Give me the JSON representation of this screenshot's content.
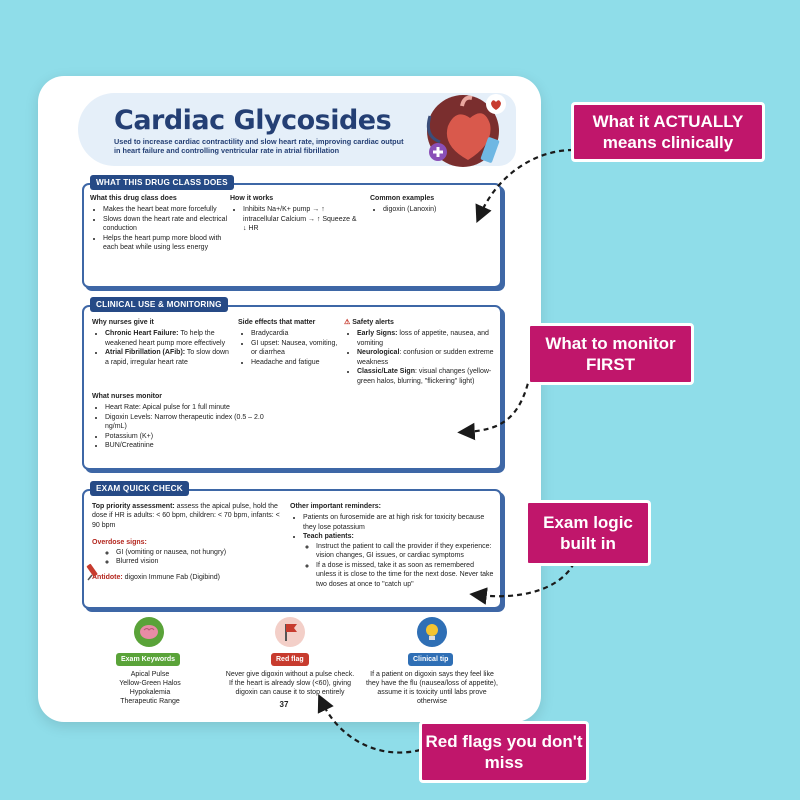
{
  "header": {
    "title": "Cardiac Glycosides",
    "subtitle": "Used to increase cardiac contractility and slow heart rate, improving cardiac output in heart failure and controlling ventricular rate in atrial fibrillation"
  },
  "sections": {
    "what": {
      "heading": "WHAT THIS DRUG CLASS DOES",
      "col1_title": "What this drug class does",
      "col1_items": [
        "Makes the heart beat more forcefully",
        "Slows down the heart rate and electrical conduction",
        "Helps the heart pump more blood with each beat while using less energy"
      ],
      "col2_title": "How it works",
      "col2_item": "Inhibits Na+/K+ pump → ↑ intracellular Calcium → ↑ Squeeze & ↓ HR",
      "col3_title": "Common examples",
      "col3_item": "digoxin (Lanoxin)"
    },
    "clinical": {
      "heading": "CLINICAL USE & MONITORING",
      "why_title": "Why nurses give it",
      "why_1_label": "Chronic Heart Failure:",
      "why_1_text": " To help the weakened heart pump more effectively",
      "why_2_label": "Atrial Fibrillation (AFib):",
      "why_2_text": " To slow down a rapid, irregular heart rate",
      "side_title": "Side effects that matter",
      "side_items": [
        "Bradycardia",
        "GI upset: Nausea, vomiting, or diarrhea",
        "Headache and fatigue"
      ],
      "safety_title": "Safety alerts",
      "safety_1_label": "Early Signs:",
      "safety_1_text": " loss of appetite, nausea, and vomiting",
      "safety_2_label": "Neurological",
      "safety_2_text": ": confusion or sudden extreme weakness",
      "safety_3_label": "Classic/Late Sign",
      "safety_3_text": ": visual changes (yellow-green halos, blurring, \"flickering\" light)",
      "monitor_title": "What nurses monitor",
      "monitor_items": [
        "Heart Rate: Apical pulse for 1 full minute",
        "Digoxin Levels: Narrow therapeutic index (0.5 – 2.0 ng/mL)",
        "Potassium (K+)",
        "BUN/Creatinine"
      ]
    },
    "exam": {
      "heading": "EXAM QUICK CHECK",
      "priority_label": "Top priority assessment:",
      "priority_text": " assess the apical pulse, hold the dose if HR is adults: < 60 bpm, children: < 70 bpm, infants: < 90 bpm",
      "overdose_title": "Overdose signs:",
      "overdose_items": [
        "GI (vomiting or nausea, not hungry)",
        "Blurred vision"
      ],
      "antidote_label": "Antidote:",
      "antidote_text": " digoxin Immune Fab (Digibind)",
      "other_title": "Other important reminders:",
      "other_1": "Patients on furosemide are at high risk for toxicity because they lose potassium",
      "teach_label": "Teach patients:",
      "teach_items": [
        "Instruct the patient to call the provider if they experience: vision changes, GI issues, or cardiac symptoms",
        "If a dose is missed, take it as soon as remembered unless it is close to the time for the next dose. Never take two doses at once to \"catch up\""
      ]
    }
  },
  "bottom": {
    "keywords_label": "Exam Keywords",
    "keywords_items": [
      "Apical Pulse",
      "Yellow-Green Halos",
      "Hypokalemia",
      "Therapeutic Range"
    ],
    "redflag_label": "Red flag",
    "redflag_text": "Never give digoxin without a pulse check. If the heart is already slow (<60), giving digoxin can cause it to stop entirely",
    "tip_label": "Clinical tip",
    "tip_text": "If a patient on digoxin says they feel like they have the flu (nausea/loss of appetite), assume it is toxicity until labs prove otherwise",
    "page_number": "37"
  },
  "callouts": {
    "c1": "What it ACTUALLY means clinically",
    "c2": "What to monitor FIRST",
    "c3": "Exam logic built in",
    "c4": "Red flags you don't miss"
  },
  "colors": {
    "background": "#8fdde9",
    "navy": "#243f74",
    "callout": "#c0166b",
    "green_pill": "#5aa339",
    "red_pill": "#c73b2e",
    "blue_pill": "#2f6fb5"
  }
}
